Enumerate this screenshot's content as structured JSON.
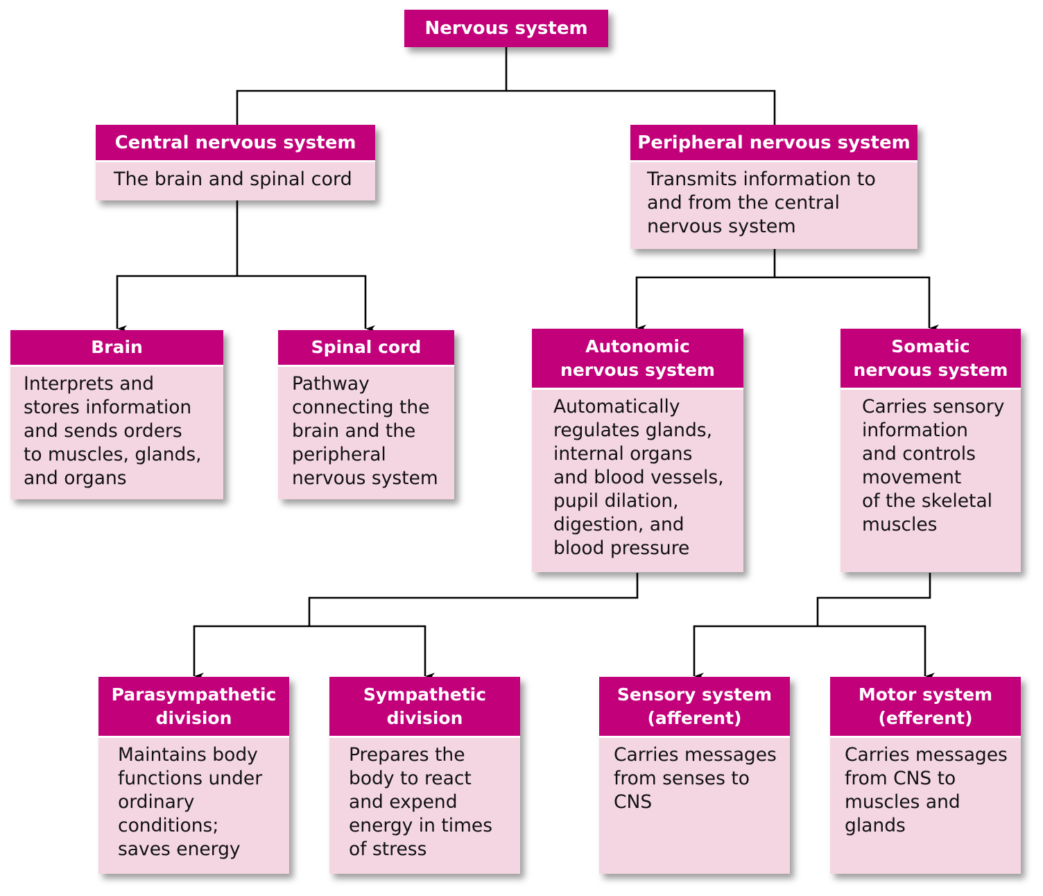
{
  "colors": {
    "header": "#c2007a",
    "body": "#f4d6e2",
    "header_text": "#ffffff",
    "body_text": "#111111",
    "connector": "#000000"
  },
  "root": {
    "title": "Nervous system"
  },
  "cns": {
    "title": "Central nervous system",
    "description": "The brain and spinal cord"
  },
  "pns": {
    "title": "Peripheral nervous system",
    "description": "Transmits information to\nand from the central\nnervous system"
  },
  "brain": {
    "title": "Brain",
    "description": "Interprets and\nstores information\nand sends orders\nto muscles, glands,\nand organs"
  },
  "spinal_cord": {
    "title": "Spinal cord",
    "description": "Pathway\nconnecting the\nbrain and the\nperipheral\nnervous system"
  },
  "autonomic": {
    "title": "Autonomic\nnervous system",
    "description": "Automatically\nregulates glands,\ninternal organs\nand blood vessels,\npupil dilation,\ndigestion, and\nblood pressure"
  },
  "somatic": {
    "title": "Somatic\nnervous system",
    "description": "Carries sensory\ninformation\nand controls\nmovement\nof the skeletal\nmuscles"
  },
  "parasympathetic": {
    "title": "Parasympathetic\ndivision",
    "description": "Maintains body\nfunctions under\nordinary\nconditions;\nsaves energy"
  },
  "sympathetic": {
    "title": "Sympathetic\ndivision",
    "description": "Prepares the\nbody to react\nand expend\nenergy in times\nof stress"
  },
  "sensory": {
    "title": "Sensory system\n(afferent)",
    "description": "Carries messages\nfrom senses to\nCNS"
  },
  "motor": {
    "title": "Motor system\n(efferent)",
    "description": "Carries messages\nfrom CNS to\nmuscles and\nglands"
  },
  "edges": [
    {
      "from": "Nervous system",
      "to": "Central nervous system",
      "arrow": false
    },
    {
      "from": "Nervous system",
      "to": "Peripheral nervous system",
      "arrow": false
    },
    {
      "from": "Central nervous system",
      "to": "Brain",
      "arrow": true
    },
    {
      "from": "Central nervous system",
      "to": "Spinal cord",
      "arrow": true
    },
    {
      "from": "Peripheral nervous system",
      "to": "Autonomic nervous system",
      "arrow": true
    },
    {
      "from": "Peripheral nervous system",
      "to": "Somatic nervous system",
      "arrow": true
    },
    {
      "from": "Autonomic nervous system",
      "to": "Parasympathetic division",
      "arrow": true
    },
    {
      "from": "Autonomic nervous system",
      "to": "Sympathetic division",
      "arrow": true
    },
    {
      "from": "Somatic nervous system",
      "to": "Sensory system (afferent)",
      "arrow": true
    },
    {
      "from": "Somatic nervous system",
      "to": "Motor system (efferent)",
      "arrow": true
    }
  ]
}
